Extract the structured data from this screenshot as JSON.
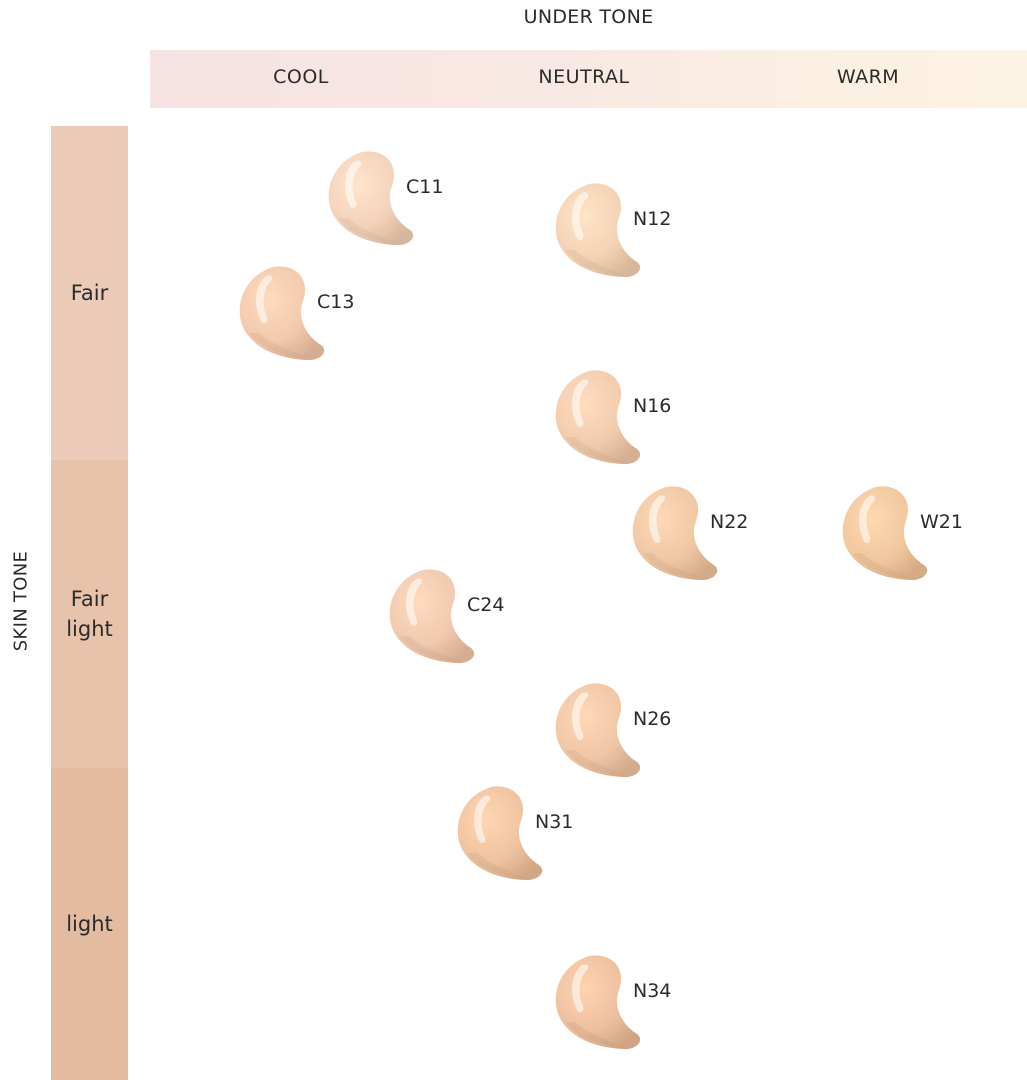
{
  "undertone": {
    "title": "UNDER TONE",
    "cool": "COOL",
    "neutral": "NEUTRAL",
    "warm": "WARM"
  },
  "skintone": {
    "title": "SKIN TONE",
    "fair": "Fair",
    "fairlight_line1": "Fair",
    "fairlight_line2": "light",
    "light": "light"
  },
  "shades": {
    "c11": {
      "code": "C11",
      "color": "#f3d2ba"
    },
    "n12": {
      "code": "N12",
      "color": "#f4d2b5"
    },
    "c13": {
      "code": "C13",
      "color": "#f2c9ac"
    },
    "n16": {
      "code": "N16",
      "color": "#f1cbad"
    },
    "n22": {
      "code": "N22",
      "color": "#efc7a4"
    },
    "w21": {
      "code": "W21",
      "color": "#f0c79e"
    },
    "c24": {
      "code": "C24",
      "color": "#f0c9ae"
    },
    "n26": {
      "code": "N26",
      "color": "#efc6a6"
    },
    "n31": {
      "code": "N31",
      "color": "#eec3a0"
    },
    "n34": {
      "code": "N34",
      "color": "#edc19f"
    }
  }
}
